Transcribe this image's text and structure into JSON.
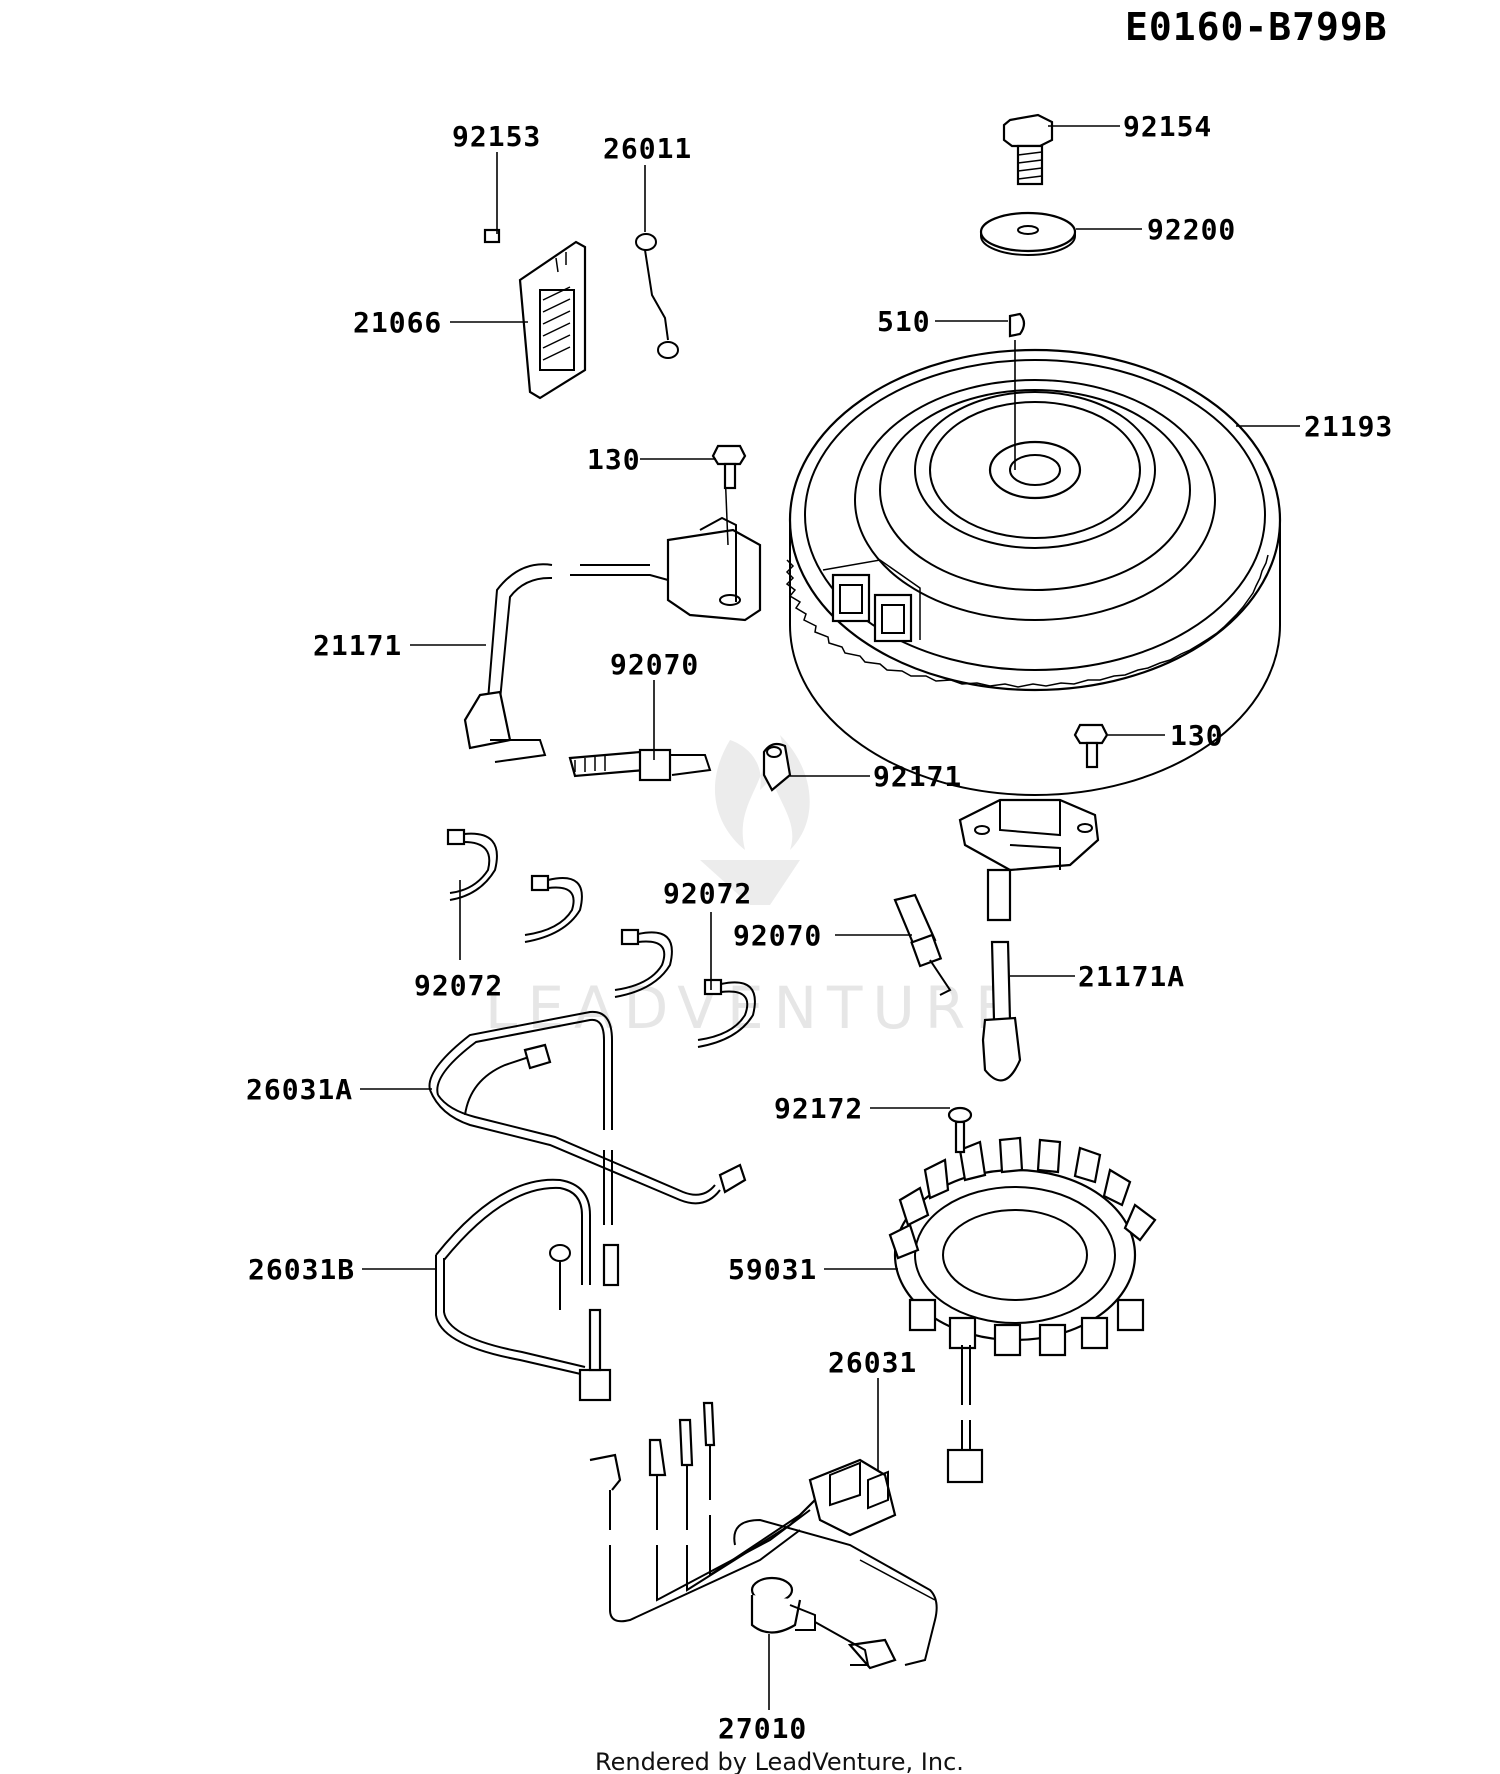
{
  "drawing_code": "E0160-B799B",
  "footer_text": "Rendered by LeadVenture, Inc.",
  "watermark": "LEADVENTURE",
  "labels": {
    "p92153": "92153",
    "p26011": "26011",
    "p92154": "92154",
    "p92200": "92200",
    "p21066": "21066",
    "p510": "510",
    "p21193": "21193",
    "p130a": "130",
    "p21171": "21171",
    "p92070a": "92070",
    "p92171": "92171",
    "p130b": "130",
    "p92072a": "92072",
    "p92072b": "92072",
    "p92070b": "92070",
    "p21171A": "21171A",
    "p26031A": "26031A",
    "p92172": "92172",
    "p26031B": "26031B",
    "p59031": "59031",
    "p26031": "26031",
    "p27010": "27010"
  }
}
